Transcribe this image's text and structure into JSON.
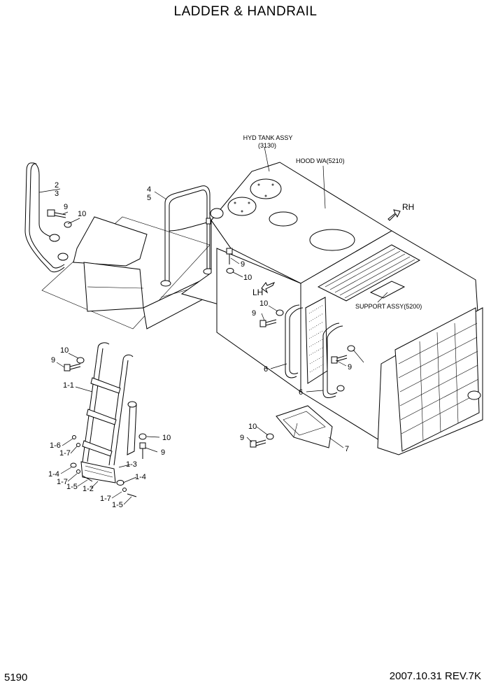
{
  "title": "LADDER & HANDRAIL",
  "page_number": "5190",
  "footer": "2007.10.31  REV.7K",
  "references": [
    {
      "id": "hyd-tank",
      "lines": [
        "HYD TANK ASSY",
        "(3130)"
      ]
    },
    {
      "id": "hood",
      "text": "HOOD WA(5210)"
    },
    {
      "id": "support",
      "text": "SUPPORT ASSY(5200)"
    }
  ],
  "directions": {
    "rh": "RH",
    "lh": "LH"
  },
  "callouts": [
    {
      "id": "c2",
      "text": "2"
    },
    {
      "id": "c3",
      "text": "3"
    },
    {
      "id": "c9a",
      "text": "9"
    },
    {
      "id": "c10a",
      "text": "10"
    },
    {
      "id": "c4",
      "text": "4"
    },
    {
      "id": "c5",
      "text": "5"
    },
    {
      "id": "c9b",
      "text": "9"
    },
    {
      "id": "c10b",
      "text": "10"
    },
    {
      "id": "c10c",
      "text": "10"
    },
    {
      "id": "c9c",
      "text": "9"
    },
    {
      "id": "c10d",
      "text": "10"
    },
    {
      "id": "c9d",
      "text": "9"
    },
    {
      "id": "c11",
      "text": "1-1"
    },
    {
      "id": "c6a",
      "text": "6"
    },
    {
      "id": "c6b",
      "text": "6"
    },
    {
      "id": "c9e",
      "text": "9"
    },
    {
      "id": "c10e",
      "text": "10"
    },
    {
      "id": "c9f",
      "text": "9"
    },
    {
      "id": "c16",
      "text": "1-6"
    },
    {
      "id": "c17a",
      "text": "1-7"
    },
    {
      "id": "c13",
      "text": "1-3"
    },
    {
      "id": "c14a",
      "text": "1-4"
    },
    {
      "id": "c17b",
      "text": "1-7"
    },
    {
      "id": "c15a",
      "text": "1-5"
    },
    {
      "id": "c12",
      "text": "1-2"
    },
    {
      "id": "c14b",
      "text": "1-4"
    },
    {
      "id": "c17c",
      "text": "1-7"
    },
    {
      "id": "c15b",
      "text": "1-5"
    },
    {
      "id": "c10f",
      "text": "10"
    },
    {
      "id": "c9g",
      "text": "9"
    },
    {
      "id": "c7",
      "text": "7"
    }
  ]
}
